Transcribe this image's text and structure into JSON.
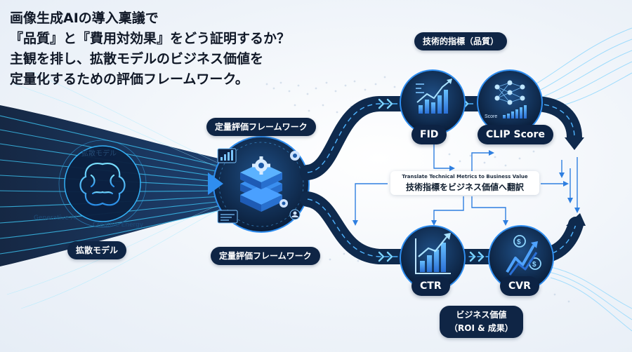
{
  "headline": [
    "画像生成AIの導入稟議で",
    "『品質』と『費用対効果』をどう証明するか？",
    "主観を排し、拡散モデルのビジネス価値を",
    "定量化するための評価フレームワーク。"
  ],
  "source": {
    "top_label": "拡散モデル",
    "left_label": "Generative AI",
    "right_label": "Creative Energy",
    "pill_label": "拡散モデル"
  },
  "framework": {
    "top_label": "定量評価フレームワーク",
    "bottom_label": "定量評価フレームワーク"
  },
  "technical": {
    "header": "技術的指標（品質）",
    "metrics": [
      {
        "label": "FID",
        "icon": "fid-chart-icon"
      },
      {
        "label": "CLIP Score",
        "icon": "neural-network-icon",
        "sublabel": "Score"
      }
    ]
  },
  "translate": {
    "en": "Translate Technical Metrics to Business Value",
    "jp": "技術指標をビジネス価値へ翻訳"
  },
  "business": {
    "header_line1": "ビジネス価値",
    "header_line2": "（ROI & 成果）",
    "metrics": [
      {
        "label": "CTR",
        "icon": "growth-chart-icon"
      },
      {
        "label": "CVR",
        "icon": "coin-growth-icon"
      }
    ]
  },
  "colors": {
    "navy": "#0d2344",
    "accent_cyan": "#37c6ff",
    "accent_blue": "#2f7fe0",
    "icon_blue": "#4fa3ff"
  }
}
